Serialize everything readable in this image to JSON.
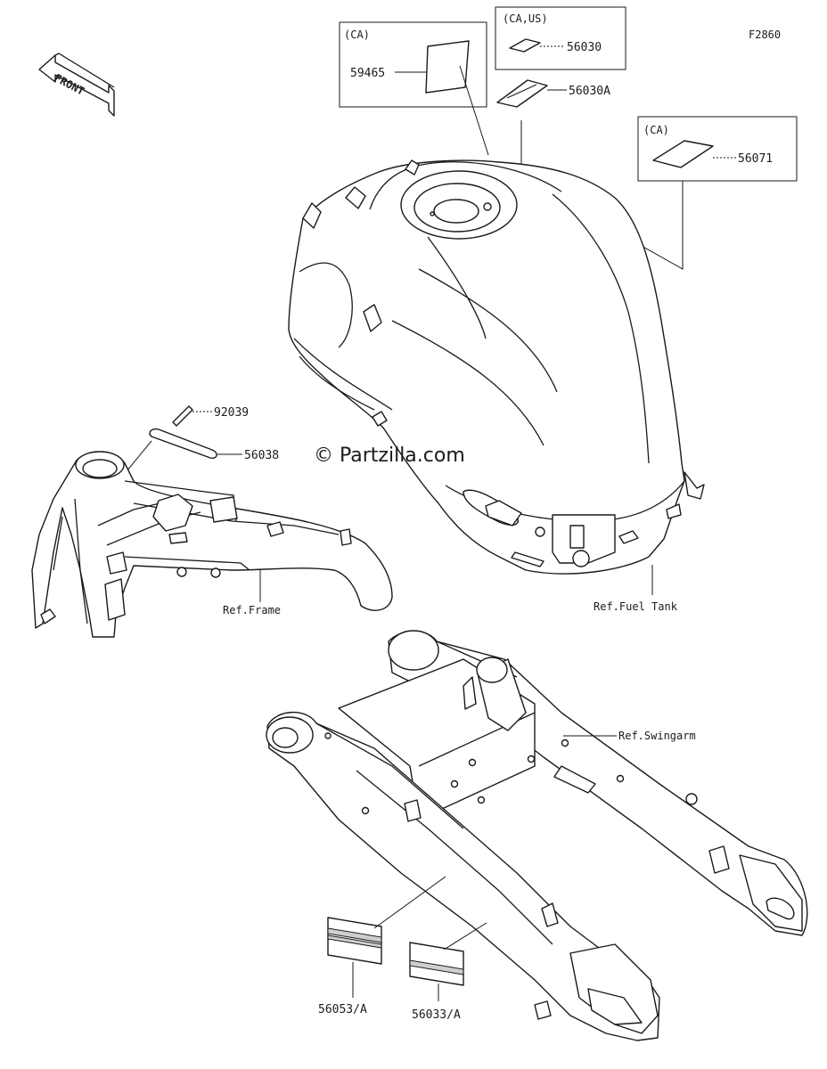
{
  "figure_code": "F2860",
  "direction_arrow": {
    "label": "FRONT",
    "icon": "front-direction-arrow-icon"
  },
  "watermark": "© Partzilla.com",
  "callouts": {
    "p59465": {
      "region": "(CA)",
      "part_number": "59465"
    },
    "p56030": {
      "region": "(CA,US)",
      "part_number": "56030"
    },
    "p56030A": {
      "part_number": "56030A"
    },
    "p56071": {
      "region": "(CA)",
      "part_number": "56071"
    },
    "p92039": {
      "part_number": "92039"
    },
    "p56038": {
      "part_number": "56038"
    },
    "p56053A": {
      "part_number": "56053/A"
    },
    "p56033A": {
      "part_number": "56033/A"
    }
  },
  "references": {
    "frame": "Ref.Frame",
    "fuel_tank": "Ref.Fuel Tank",
    "swingarm": "Ref.Swingarm"
  },
  "icons": [
    "fuel-tank-icon",
    "frame-icon",
    "swingarm-icon",
    "label-sticker-icon",
    "rivet-icon"
  ]
}
